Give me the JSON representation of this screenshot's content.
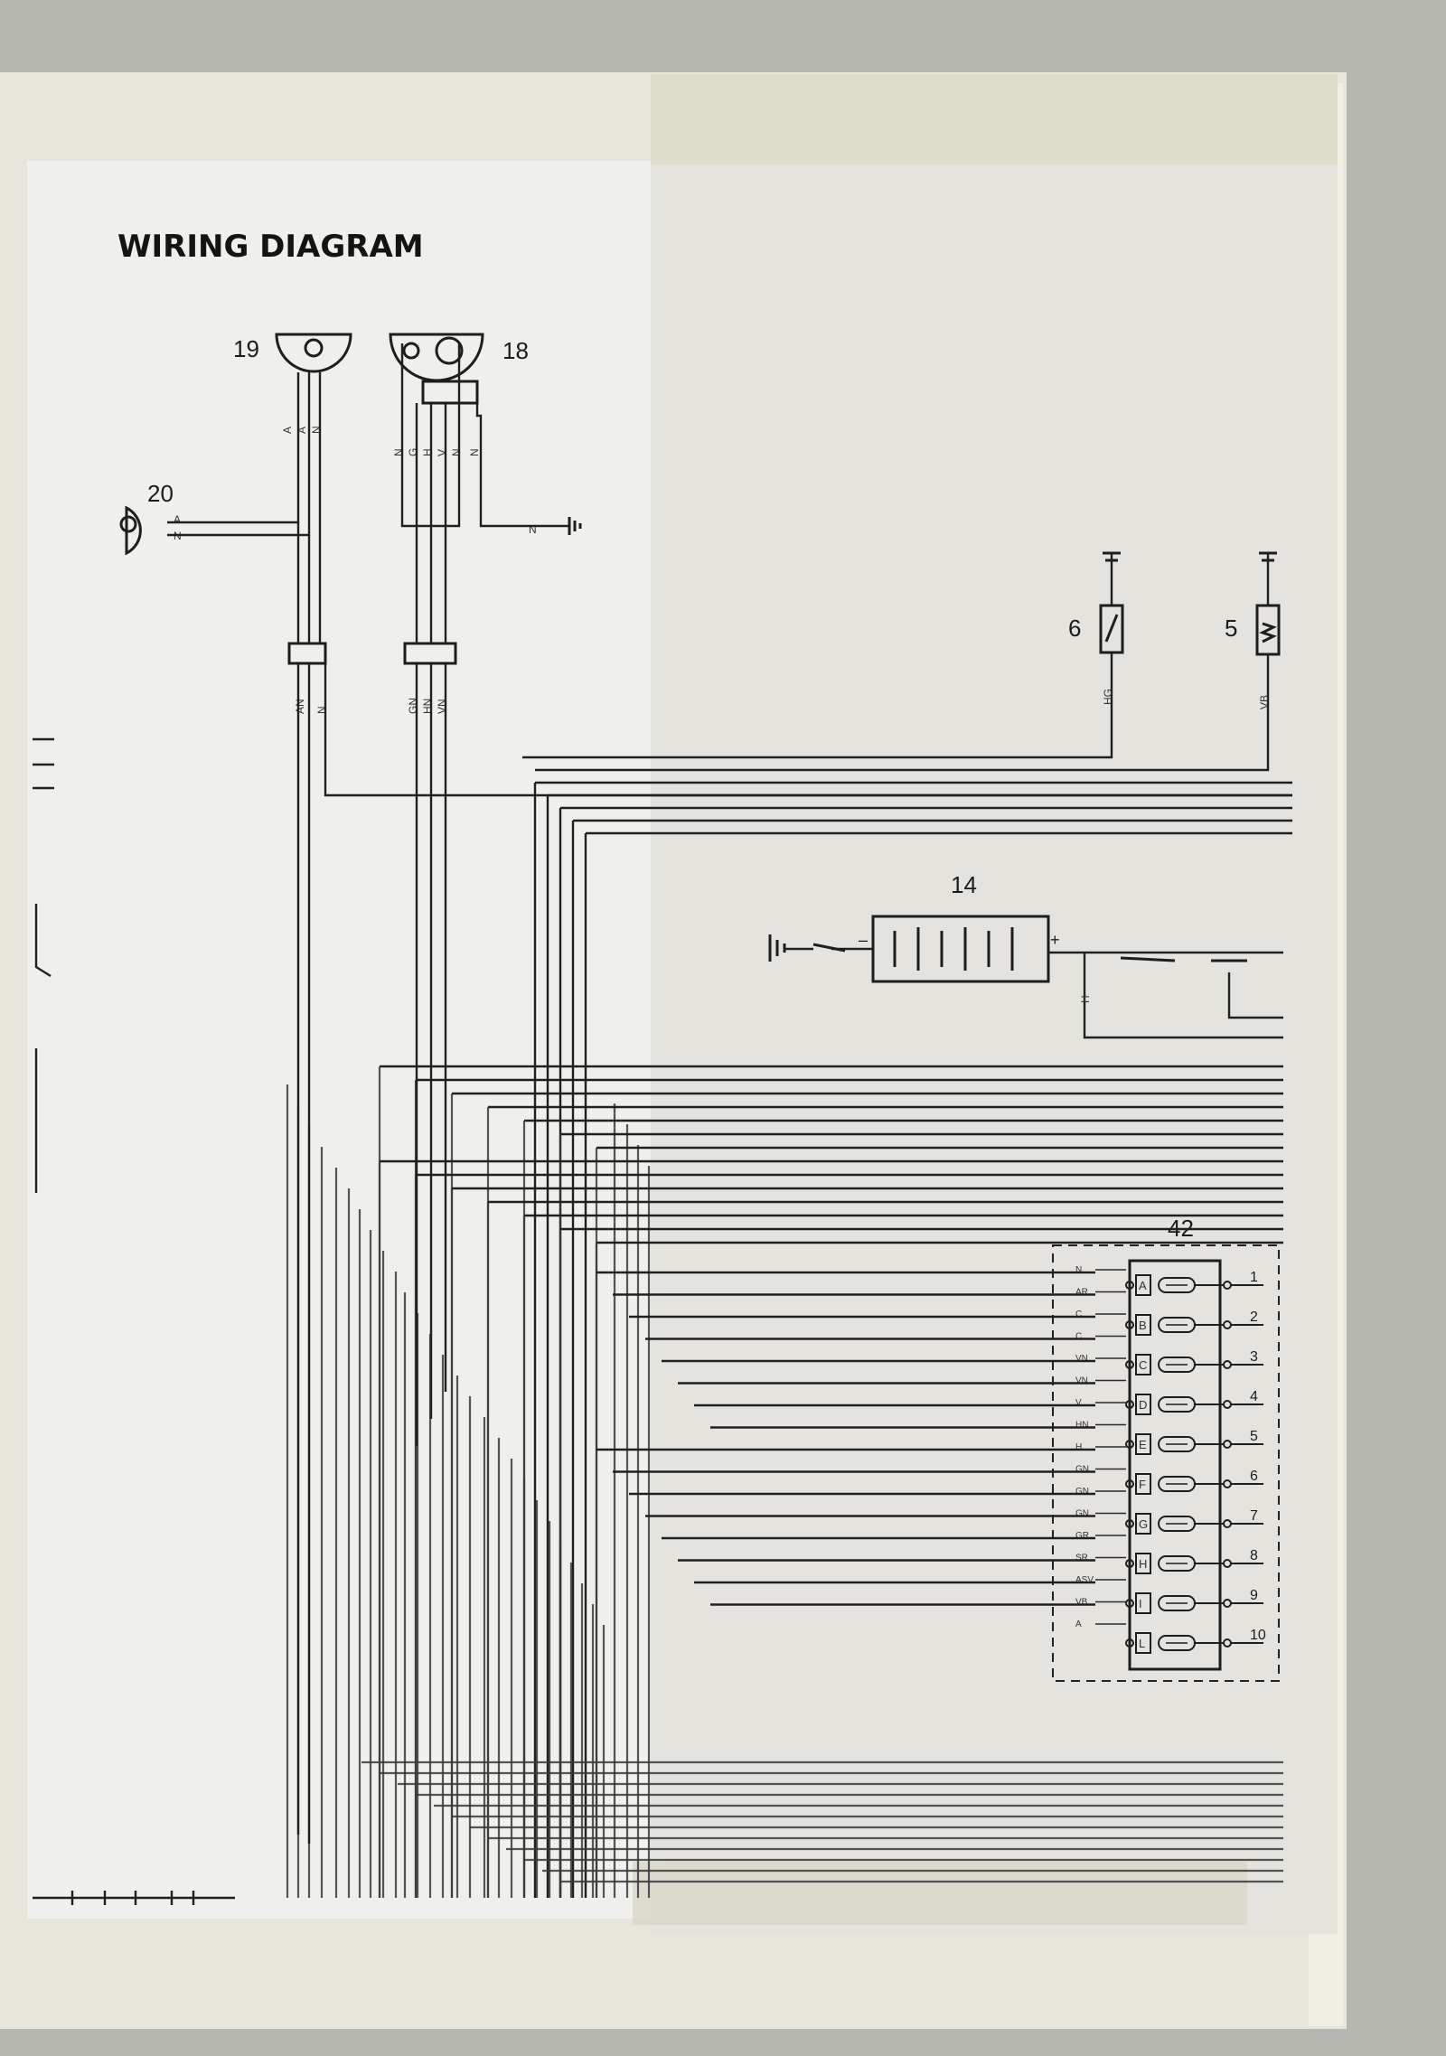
{
  "title": "WIRING DIAGRAM",
  "components": {
    "c19": "19",
    "c18": "18",
    "c20": "20",
    "c6": "6",
    "c5": "5",
    "c14": "14",
    "c42": "42"
  },
  "wire_codes": {
    "lamp19": [
      "A",
      "A",
      "N"
    ],
    "lamp18": [
      "N",
      "G",
      "H",
      "V",
      "N",
      "N"
    ],
    "lamp20": [
      "A",
      "N"
    ],
    "ground18": "N",
    "conn19": [
      "AN",
      "N"
    ],
    "conn18": [
      "GN",
      "HN",
      "VN"
    ],
    "sw6": "HG",
    "sw5": "VB",
    "bat14": "H"
  },
  "battery": {
    "minus": "–",
    "plus": "+"
  },
  "fuse_letters": [
    "A",
    "B",
    "C",
    "D",
    "E",
    "F",
    "G",
    "H",
    "I",
    "L"
  ],
  "fuse_numbers": [
    "1",
    "2",
    "3",
    "4",
    "5",
    "6",
    "7",
    "8",
    "9",
    "10"
  ],
  "fuse_wire_labels": [
    "N",
    "AR",
    "C",
    "C",
    "VN",
    "VN",
    "V",
    "HN",
    "H",
    "GN",
    "GN",
    "GN",
    "GR",
    "SR",
    "ASV",
    "VB",
    "A"
  ],
  "colors": {
    "paper": "#efefec",
    "overlay": "#e7e7e1",
    "binder": "#e8e6dc",
    "ink": "#1e1e1e",
    "backdrop": "#b7b7b1"
  }
}
